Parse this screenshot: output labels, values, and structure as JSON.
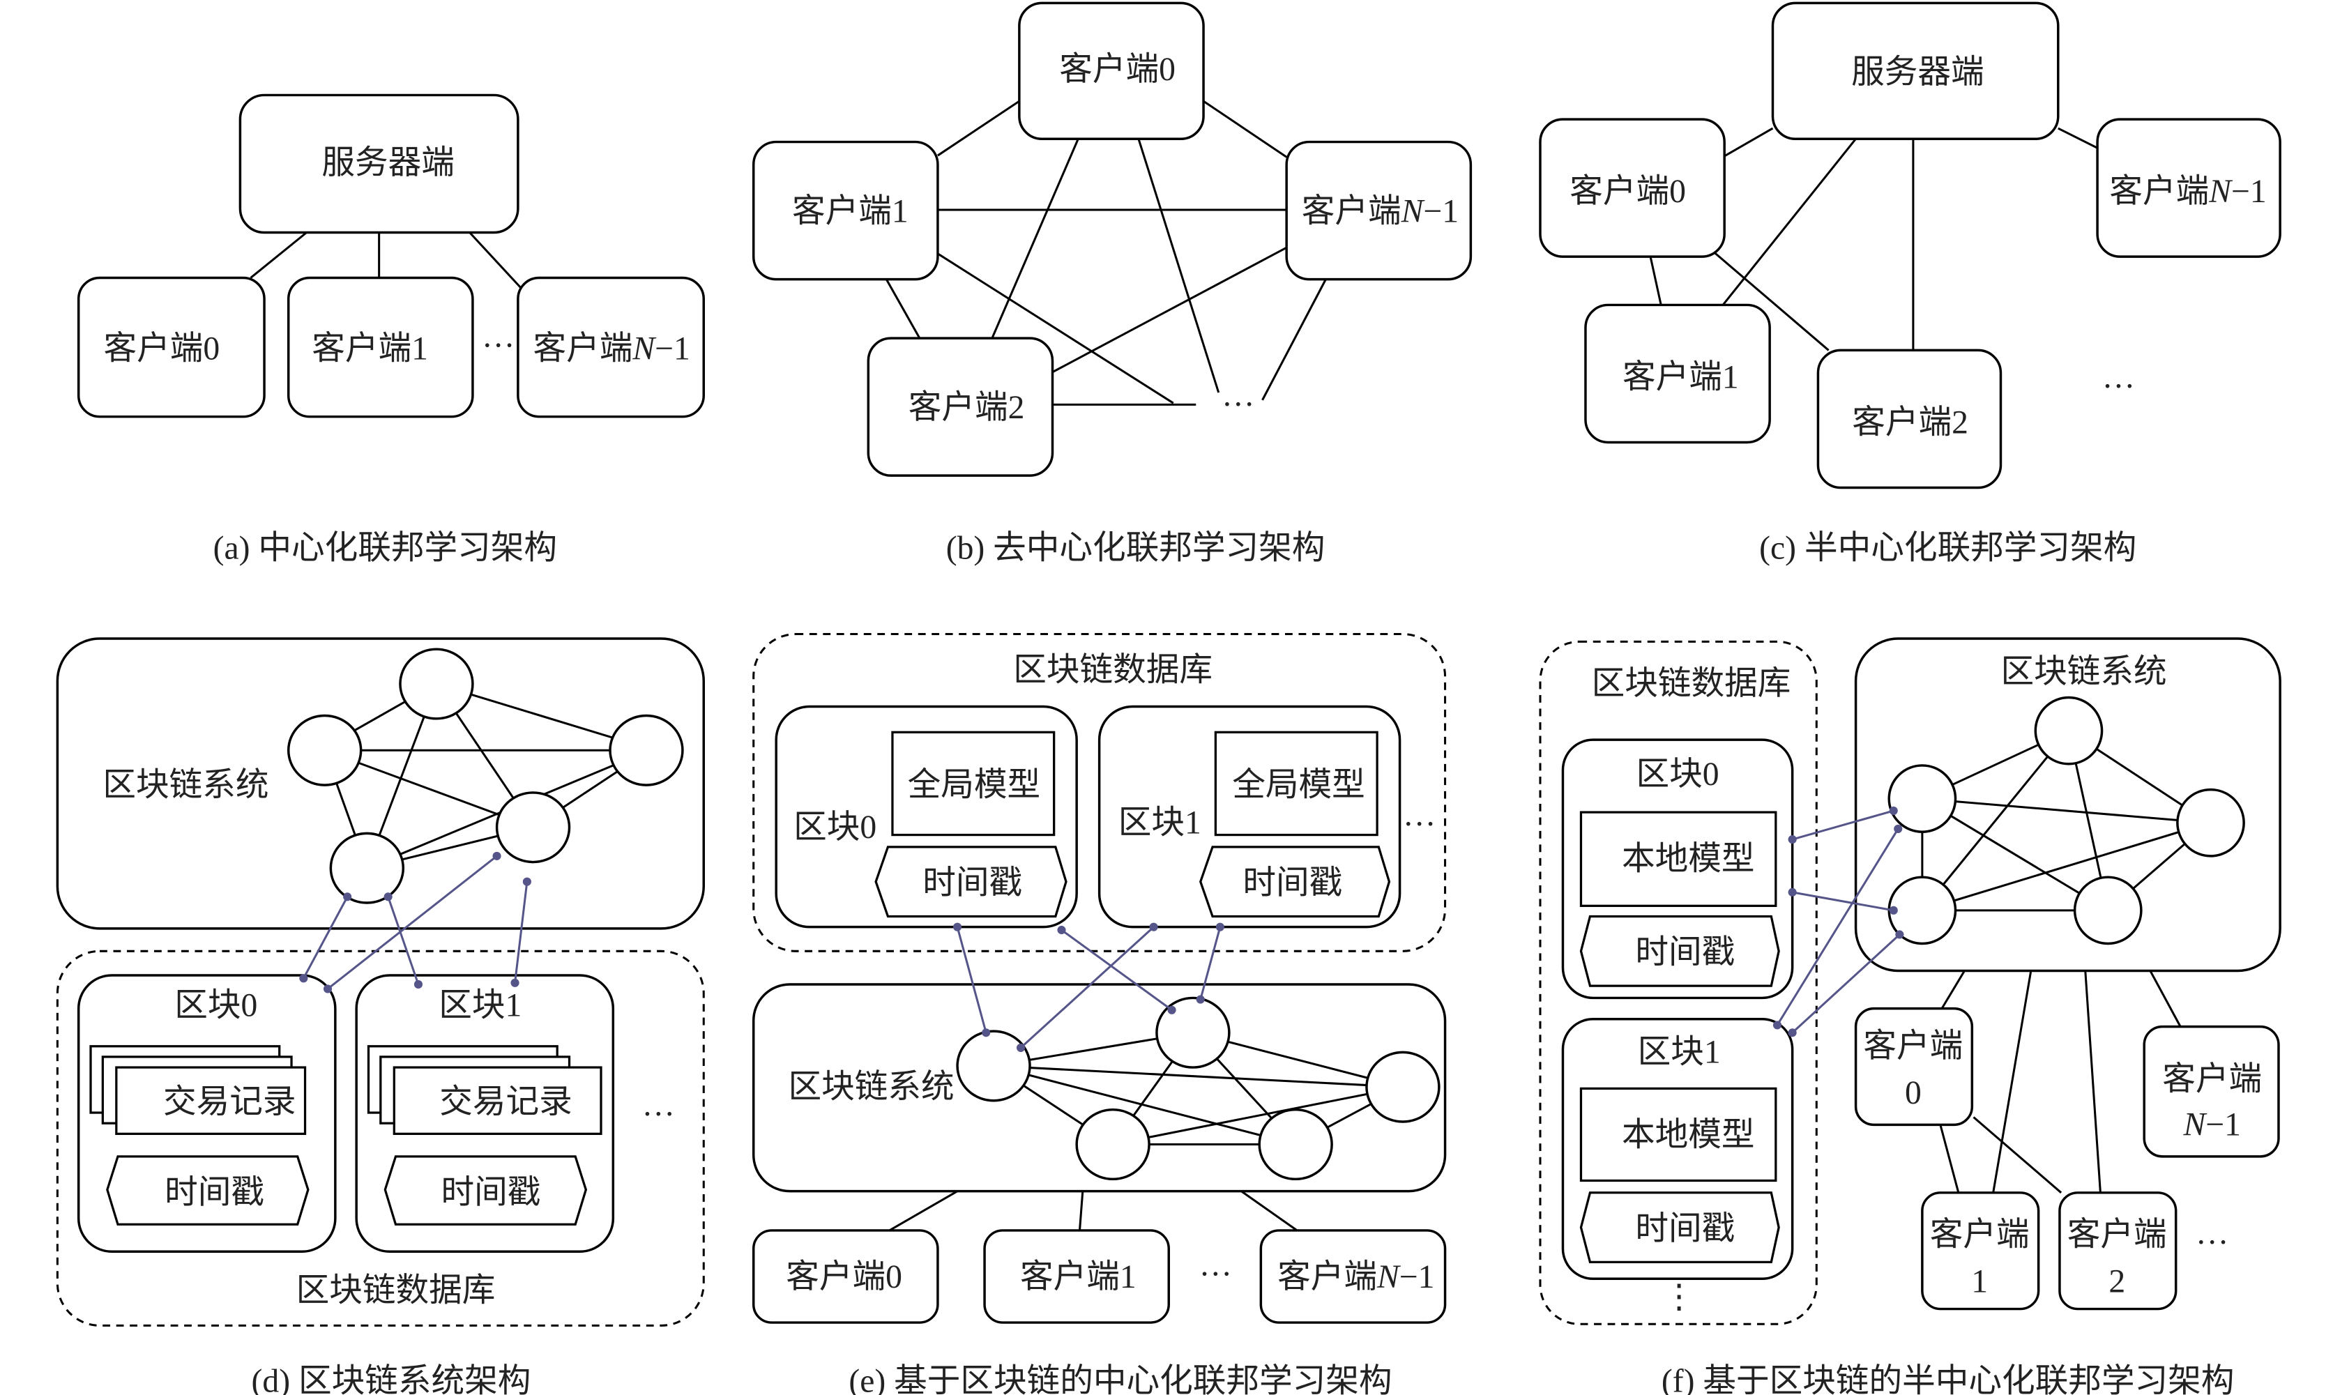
{
  "colors": {
    "connector": "#55558a",
    "stroke": "#000000"
  },
  "panel_a": {
    "caption": "(a) 中心化联邦学习架构",
    "server": "服务器端",
    "clients": [
      "客户端0",
      "客户端1"
    ],
    "client_last_prefix": "客户端",
    "client_last_n": "N",
    "client_last_suffix": "−1",
    "ellipsis": "···"
  },
  "panel_b": {
    "caption": "(b) 去中心化联邦学习架构",
    "clients": [
      "客户端0",
      "客户端1",
      "客户端2"
    ],
    "client_last_prefix": "客户端",
    "client_last_n": "N",
    "client_last_suffix": "−1",
    "ellipsis": "···"
  },
  "panel_c": {
    "caption": "(c) 半中心化联邦学习架构",
    "server": "服务器端",
    "clients": [
      "客户端0",
      "客户端1",
      "客户端2"
    ],
    "client_last_prefix": "客户端",
    "client_last_n": "N",
    "client_last_suffix": "−1",
    "ellipsis": "···"
  },
  "panel_d": {
    "caption": "(d) 区块链系统架构",
    "system_label": "区块链系统",
    "database_label": "区块链数据库",
    "blocks": [
      {
        "title": "区块0",
        "records": "交易记录",
        "timestamp": "时间戳"
      },
      {
        "title": "区块1",
        "records": "交易记录",
        "timestamp": "时间戳"
      }
    ],
    "ellipsis": "···"
  },
  "panel_e": {
    "caption": "(e) 基于区块链的中心化联邦学习架构",
    "database_label": "区块链数据库",
    "system_label": "区块链系统",
    "blocks": [
      {
        "title": "区块0",
        "model": "全局模型",
        "timestamp": "时间戳"
      },
      {
        "title": "区块1",
        "model": "全局模型",
        "timestamp": "时间戳"
      }
    ],
    "clients": [
      "客户端0",
      "客户端1"
    ],
    "client_last_prefix": "客户端",
    "client_last_n": "N",
    "client_last_suffix": "−1",
    "ellipsis": "···"
  },
  "panel_f": {
    "caption": "(f) 基于区块链的半中心化联邦学习架构",
    "database_label": "区块链数据库",
    "system_label": "区块链系统",
    "blocks": [
      {
        "title": "区块0",
        "model": "本地模型",
        "timestamp": "时间戳"
      },
      {
        "title": "区块1",
        "model": "本地模型",
        "timestamp": "时间戳"
      }
    ],
    "clients": [
      {
        "line1": "客户端",
        "line2": "0"
      },
      {
        "line1": "客户端",
        "line2": "1"
      },
      {
        "line1": "客户端",
        "line2": "2"
      }
    ],
    "client_last": {
      "line1": "客户端",
      "n": "N",
      "suffix": "−1"
    },
    "ellipsis": "···",
    "vertical_ellipsis": "⋮"
  }
}
